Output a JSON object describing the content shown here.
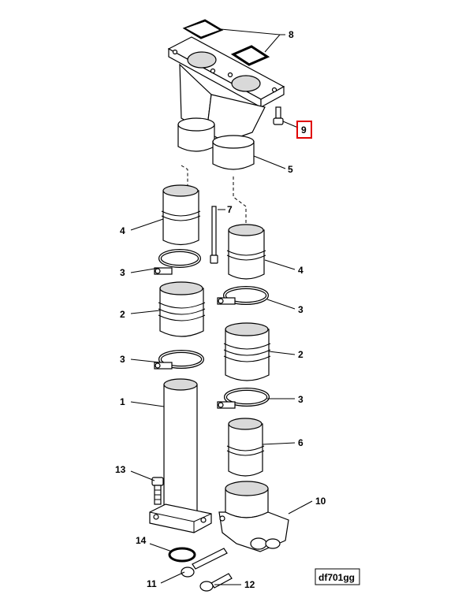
{
  "diagram": {
    "callouts": [
      {
        "id": "c8",
        "text": "8"
      },
      {
        "id": "c9",
        "text": "9",
        "highlighted": true
      },
      {
        "id": "c5",
        "text": "5"
      },
      {
        "id": "c7",
        "text": "7"
      },
      {
        "id": "c4a",
        "text": "4"
      },
      {
        "id": "c4b",
        "text": "4"
      },
      {
        "id": "c3a",
        "text": "3"
      },
      {
        "id": "c3b",
        "text": "3"
      },
      {
        "id": "c2a",
        "text": "2"
      },
      {
        "id": "c2b",
        "text": "2"
      },
      {
        "id": "c3c",
        "text": "3"
      },
      {
        "id": "c3d",
        "text": "3"
      },
      {
        "id": "c1",
        "text": "1"
      },
      {
        "id": "c6",
        "text": "6"
      },
      {
        "id": "c13",
        "text": "13"
      },
      {
        "id": "c10",
        "text": "10"
      },
      {
        "id": "c14",
        "text": "14"
      },
      {
        "id": "c11",
        "text": "11"
      },
      {
        "id": "c12",
        "text": "12"
      }
    ],
    "reference_code": "df701gg",
    "highlight_color": "#e00000"
  }
}
